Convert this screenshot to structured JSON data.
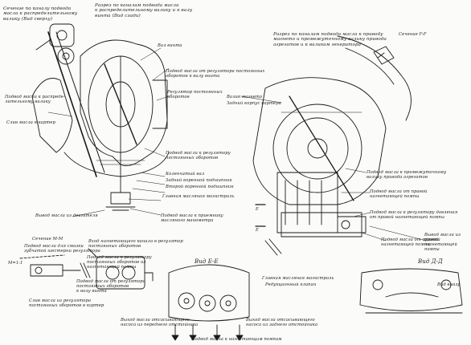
{
  "labels": {
    "section_valve_drive_top": "Сечение по каналу подвода\nмасла к распределительному\nвалику (Вид сверху)",
    "section_oil_supply_title": "Разрез по каналам подвода масла\nк распределительному валику и к валу\nвинта (Вид сзади)",
    "propeller_shaft": "Вал винта",
    "oil_supply_regulator": "Подвод масла от регулятора постоянных\nоборотов к валу винта",
    "constant_speed_regulator": "Регулятор постоянных\nоборотов",
    "oil_to_camshaft": "Подвод масла к распреде-\nлительному валику",
    "oil_drain_to_sump": "Слив масла в картер",
    "oil_to_regulator": "Подвод масла к регулятору\nпостоянных оборотов",
    "crankshaft": "Коленчатый вал",
    "rear_main_bearing": "Задний коренной подшипник",
    "front_main_bearing": "Второй коренной подшипник",
    "main_oil_line": "Главная масляная магистраль",
    "oil_pressure_gauge_line": "Подвод масла к приемнику\nмасляного манометра",
    "oil_outlet": "Вывод масла из двигателя",
    "section_magneto_title": "Разрез по каналам подвода масла к приводу\nмагнето и промежуточному валику привода\nагрегатов и к валикам генератора",
    "section_ff": "Сечение F-F",
    "magneto_drive": "Валик магнето",
    "rear_housing": "Задний корпус картера",
    "oil_to_intermediate": "Подвод масла к промежуточному\nвалику привода агрегатов",
    "oil_from_right_pump": "Подвод масла от правой\nнагнетающей помпы",
    "oil_to_regulator_right": "Подвод масла к регулятору давления\nот правой нагнетающей помпы",
    "oil_from_left": "Подвод масла от правой\nнагнетающей помпы",
    "oil_to_right_pump": "Вывод масла из правой\nнагнетающей помпы",
    "section_mm": "Сечение М-М",
    "oil_supply_to_drive": "Подвод масла для смазки\nзубчатой шестерни регулятора",
    "scale_mm": "М=1:1",
    "oil_to_reg_drive": "Вход нагнетающего канала в регулятор\nпостоянных оборотов",
    "oil_to_constant_speed": "Подвод масла к регулятору\nпостоянных оборотов из\nнагнетающей помпы",
    "oil_to_propeller": "Подвод масла от регулятора\nпостоянных оборотов\nк валу винта",
    "oil_drain_regulator": "Слив масла из регулятора\nпостоянных оборотов в картер",
    "section_ee": "Вид Е-Е",
    "main_oil_gallery": "Главная масляная магистраль",
    "scavenge_valves": "Редукционный клапан",
    "oil_outlet_left": "Выход масла отсасывающего\nнасоса из переднего отстойника",
    "oil_outlet_right": "Выход масла отсасывающего\nнасоса из заднего отстойника",
    "oil_supply_pumps": "Подвод масла к нагнетающим помпам",
    "view_dd": "Вид Д-Д",
    "view_bottom": "Вид внизу",
    "marker_e1": "Е",
    "marker_e2": "Е"
  }
}
